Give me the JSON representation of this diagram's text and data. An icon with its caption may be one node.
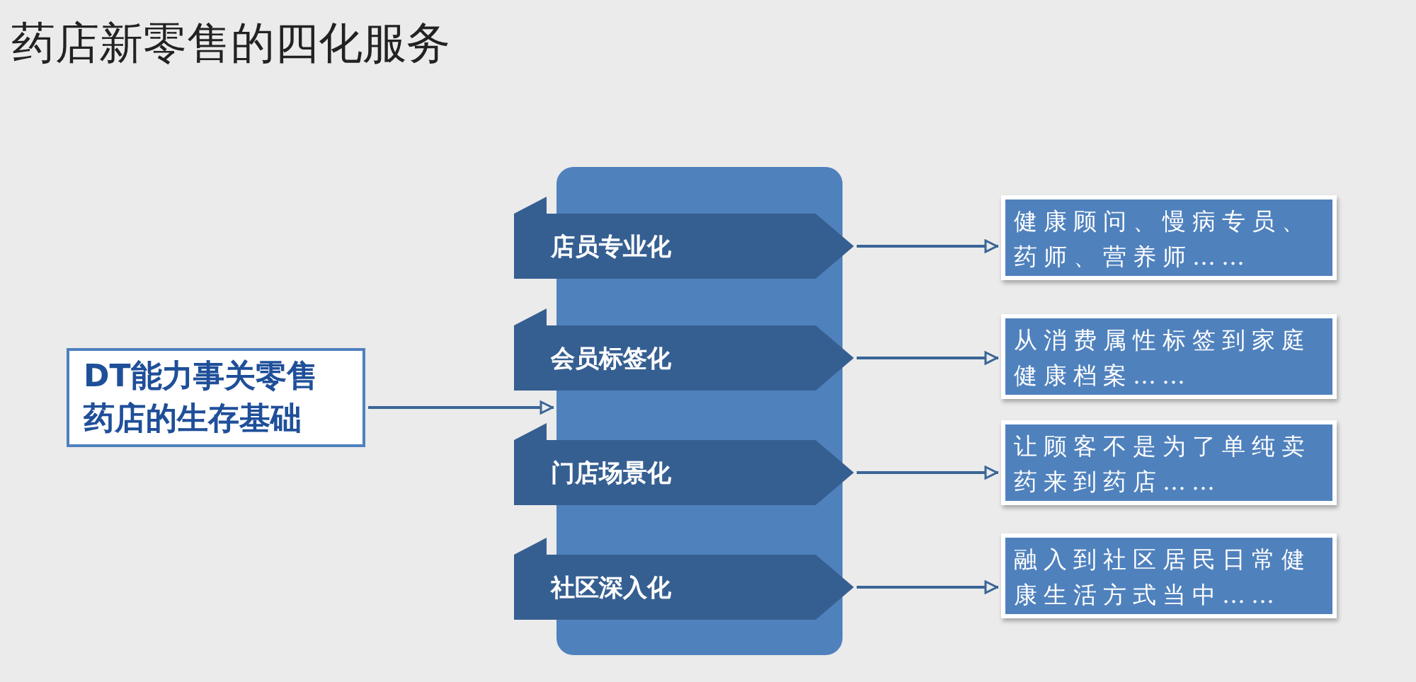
{
  "diagram": {
    "title": "药店新零售的四化服务",
    "nodes": [
      {
        "text": [
          "DT能力事关零售药店的生存基础"
        ]
      },
      {
        "text": [],
        "shape": "box"
      },
      {
        "text": [
          "店员专业化"
        ],
        "in": 1
      },
      {
        "text": [
          "会员标签化"
        ],
        "in": 1
      },
      {
        "text": [
          "门店场景化"
        ],
        "in": 1
      },
      {
        "text": [
          "社区深入化"
        ],
        "in": 1
      },
      {
        "text": [
          "健康顾问、慢病专员、药师、营养师……"
        ]
      },
      {
        "text": [
          "从消费属性标签到家庭健康档案……"
        ]
      },
      {
        "text": [
          "让顾客不是为了单纯卖药来到药店……"
        ]
      },
      {
        "text": [
          "融入到社区居民日常健康生活方式当中……"
        ]
      }
    ],
    "edges": [
      {
        "from": 0,
        "to": 1,
        "arrow": "to"
      },
      {
        "from": 2,
        "to": 6,
        "arrow": "to"
      },
      {
        "from": 3,
        "to": 7,
        "arrow": "to"
      },
      {
        "from": 4,
        "to": 8,
        "arrow": "to"
      },
      {
        "from": 5,
        "to": 9,
        "arrow": "to"
      }
    ]
  }
}
